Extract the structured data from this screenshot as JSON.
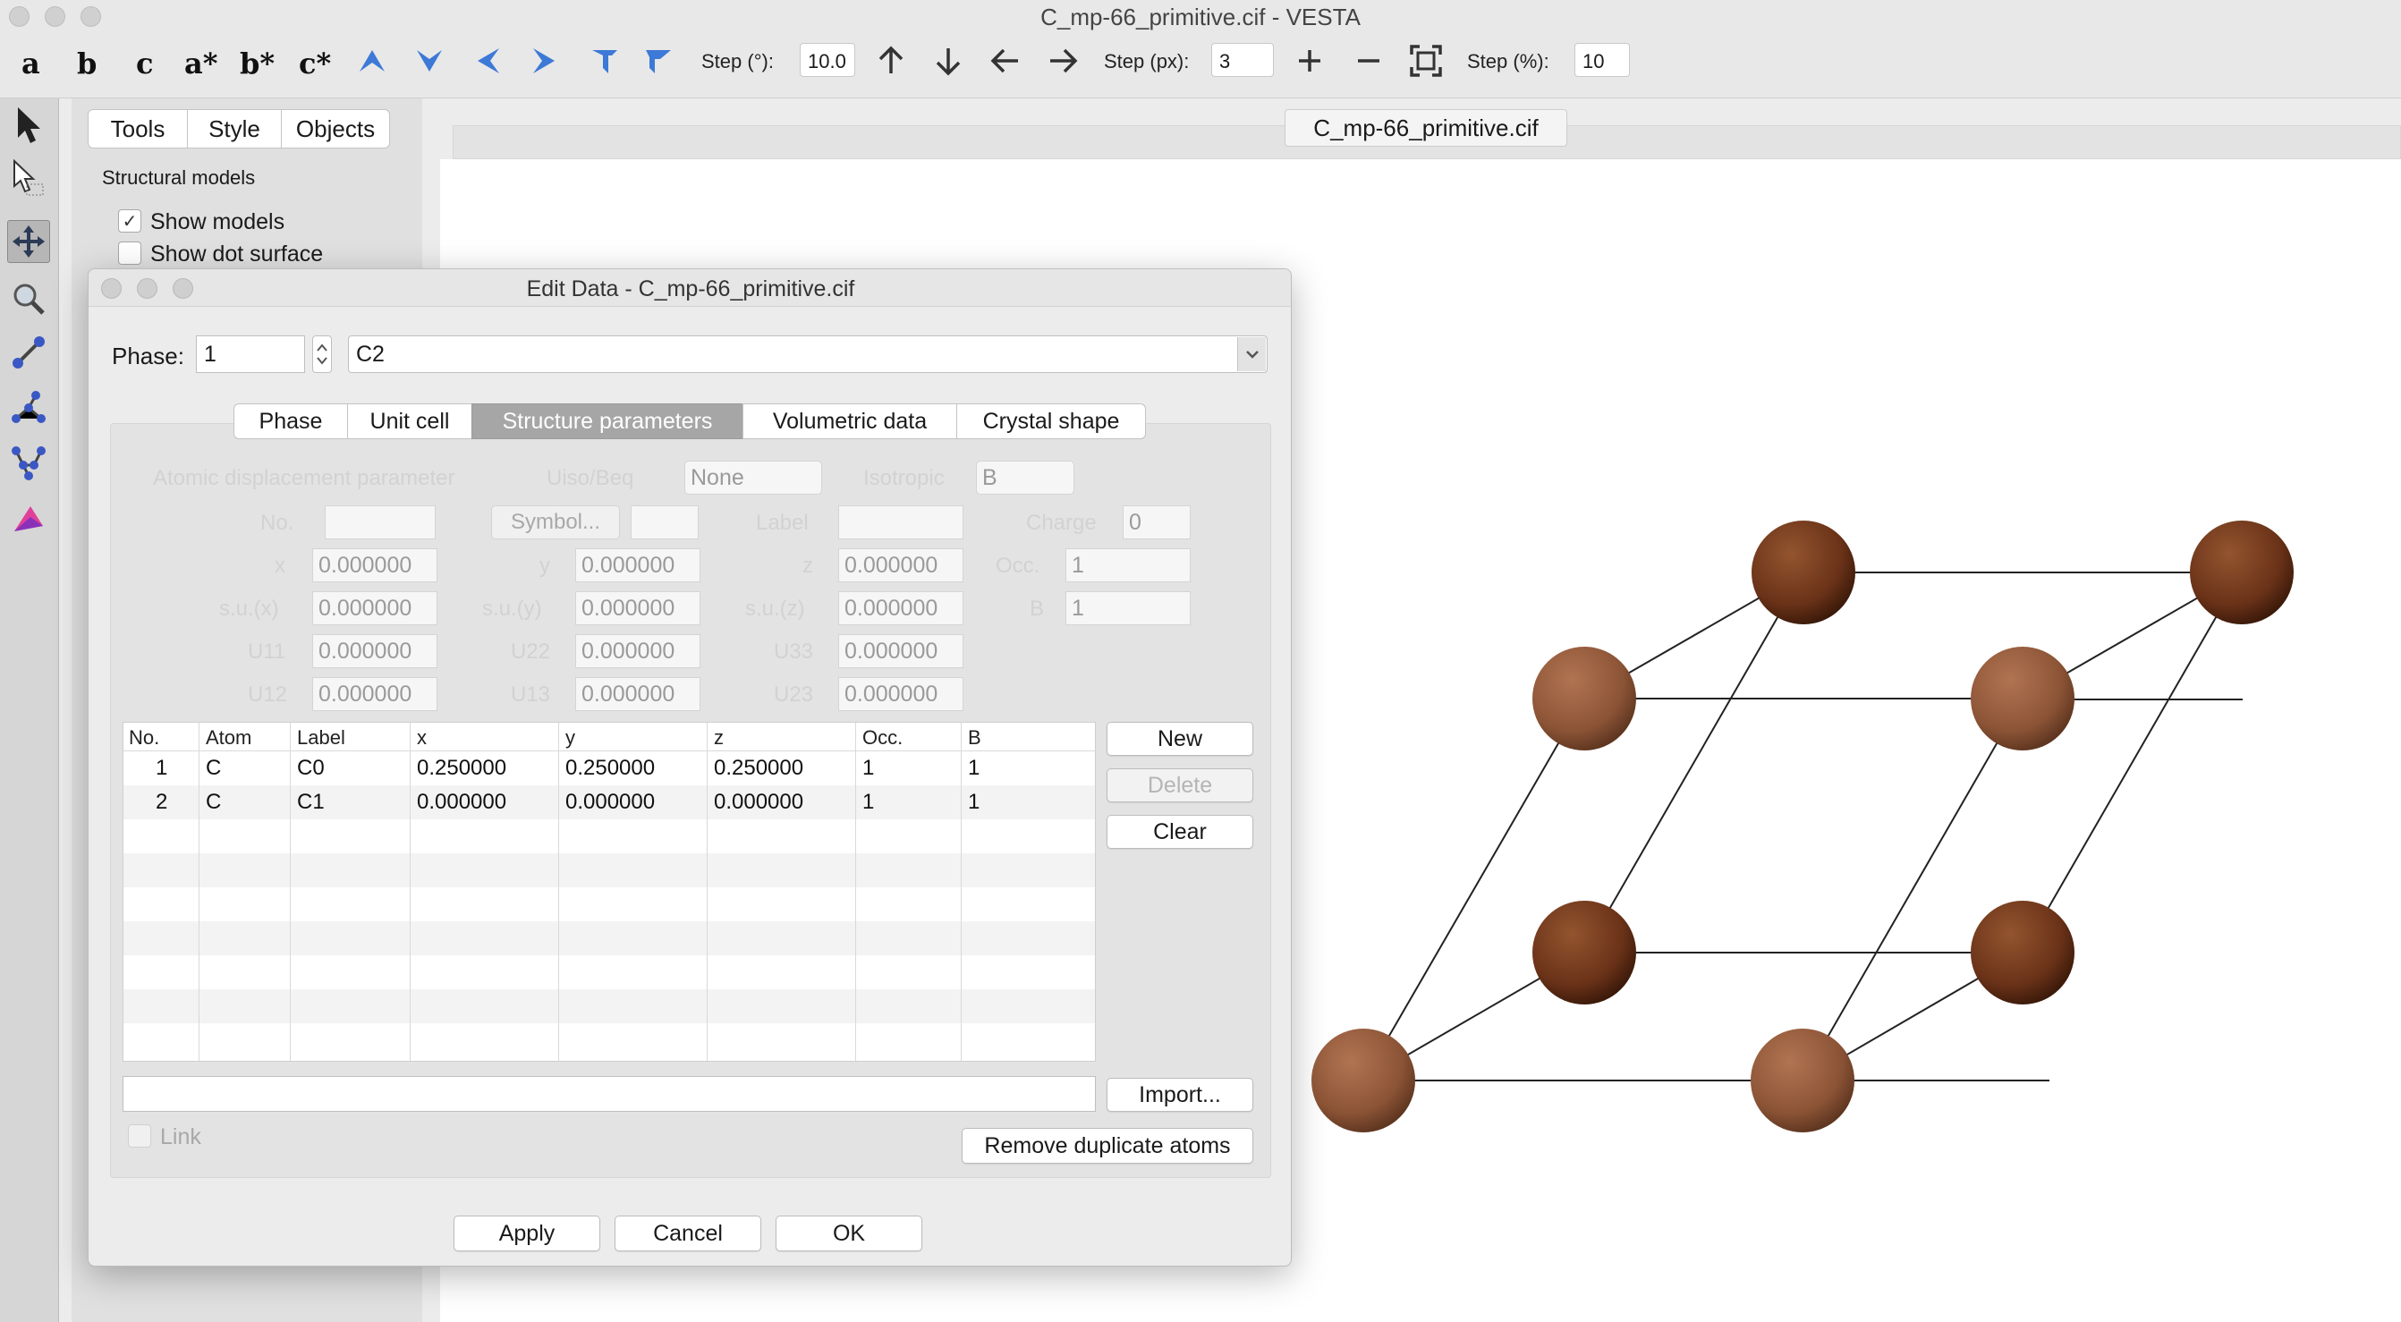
{
  "window": {
    "title": "C_mp-66_primitive.cif - VESTA"
  },
  "toolbar": {
    "axis_buttons": [
      "a",
      "b",
      "c",
      "a*",
      "b*",
      "c*"
    ],
    "rotation_icons": [
      "view-up-icon",
      "view-down-icon",
      "view-left-icon",
      "view-right-icon",
      "view-rotate-ccw-icon",
      "view-rotate-cw-icon"
    ],
    "step_deg_label": "Step (°):",
    "step_deg_value": "10.0",
    "step_px_label": "Step (px):",
    "step_px_value": "3",
    "step_pct_label": "Step (%):",
    "step_pct_value": "10"
  },
  "side_panel": {
    "tabs": [
      "Tools",
      "Style",
      "Objects"
    ],
    "section_title": "Structural models",
    "show_models_label": "Show models",
    "show_models_checked": true,
    "show_dot_surface_label": "Show dot surface",
    "show_dot_surface_checked": false
  },
  "document_tab": "C_mp-66_primitive.cif",
  "dialog": {
    "title": "Edit Data - C_mp-66_primitive.cif",
    "phase_label": "Phase:",
    "phase_value": "1",
    "phase_name": "C2",
    "tabs": [
      "Phase",
      "Unit cell",
      "Structure parameters",
      "Volumetric data",
      "Crystal shape"
    ],
    "active_tab": "Structure parameters",
    "ghost_form": {
      "atomic_disp_label": "Atomic displacement parameter",
      "uiso_label": "Uiso/Beq",
      "uiso_select": "None",
      "isotropic_label": "Isotropic",
      "iso_select": "B",
      "no_label": "No.",
      "symbol_button": "Symbol...",
      "label_label": "Label",
      "charge_label": "Charge",
      "charge_value": "0",
      "x_label": "x",
      "y_label": "y",
      "z_label": "z",
      "occ_label": "Occ.",
      "occ_value": "1",
      "b_label": "B",
      "b_value": "1",
      "sx_label": "s.u.(x)",
      "sy_label": "s.u.(y)",
      "sz_label": "s.u.(z)",
      "u11_label": "U11",
      "u22_label": "U22",
      "u33_label": "U33",
      "u12_label": "U12",
      "u13_label": "U13",
      "u23_label": "U23",
      "zero_value": "0.000000"
    },
    "table": {
      "columns": [
        "No.",
        "Atom",
        "Label",
        "x",
        "y",
        "z",
        "Occ.",
        "B"
      ],
      "rows": [
        [
          "1",
          "C",
          "C0",
          "0.250000",
          "0.250000",
          "0.250000",
          "1",
          "1"
        ],
        [
          "2",
          "C",
          "C1",
          "0.000000",
          "0.000000",
          "0.000000",
          "1",
          "1"
        ]
      ]
    },
    "new_button": "New",
    "delete_button": "Delete",
    "clear_button": "Clear",
    "import_button": "Import...",
    "link_label": "Link",
    "remove_dup_button": "Remove duplicate atoms",
    "apply_button": "Apply",
    "cancel_button": "Cancel",
    "ok_button": "OK"
  },
  "colors": {
    "atom_dark": "#5a2a14",
    "atom_light": "#8a5234",
    "bond": "#222222",
    "active_tab": "#a6a6a6"
  }
}
